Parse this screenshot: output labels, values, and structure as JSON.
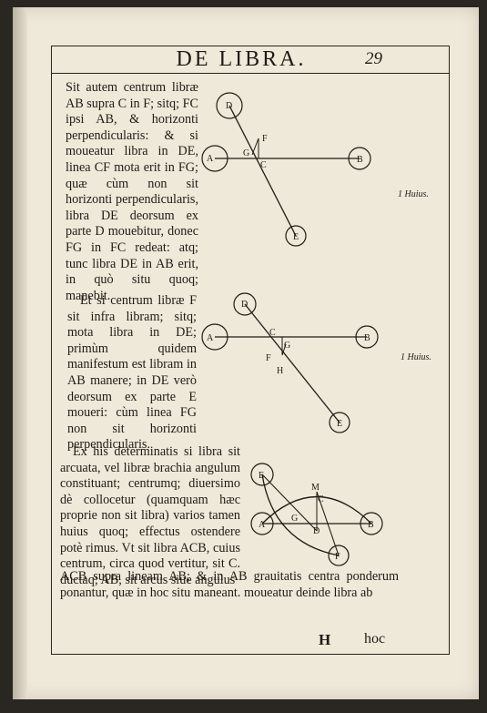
{
  "page": {
    "running_head": "DE LIBRA.",
    "folio": "29",
    "signature": "H",
    "catchword": "hoc"
  },
  "paragraphs": [
    "Sit autem centrum libræ AB supra C in F; sitq; FC ipsi AB, & horizonti perpendicularis: & si moueatur libra in DE, linea CF mota erit in FG; quæ cùm non sit horizonti perpendicularis, libra DE deorsum ex parte D mouebitur, donec FG in FC redeat: atq; tunc libra DE in AB erit, in quò situ quoq; manebit.",
    "Et si centrum libræ F sit infra libram; sitq; mota libra in DE; primùm quidem manifestum est libram in AB manere; in DE verò deorsum ex parte E moueri: cùm linea FG non sit horizonti perpendicularis.",
    "Ex his determinatis si libra sit arcuata, vel libræ brachia angulum constituant; centrumq; diuersimo dè collocetur (quamquam hæc proprie non sit libra) varios tamen huius quoq; effectus ostendere potè rimus. Vt sit libra ACB, cuius centrum, circa quod vertitur, sit C. ductaq; AB, sit arcus siue angulus",
    "ACB supra lineam AB; & in AB grauitatis centra ponderum ponantur, quæ in hoc situ maneant. moueatur deinde libra ab"
  ],
  "margin_notes": [
    "1 Huius.",
    "1 Huius."
  ],
  "figures": {
    "fig1": {
      "labels": [
        "D",
        "A",
        "G",
        "F",
        "C",
        "B",
        "E"
      ]
    },
    "fig2": {
      "labels": [
        "D",
        "A",
        "C",
        "G",
        "F",
        "B",
        "H",
        "E"
      ]
    },
    "fig3": {
      "labels": [
        "E",
        "M",
        "C",
        "A",
        "G",
        "D",
        "B",
        "F"
      ]
    }
  }
}
